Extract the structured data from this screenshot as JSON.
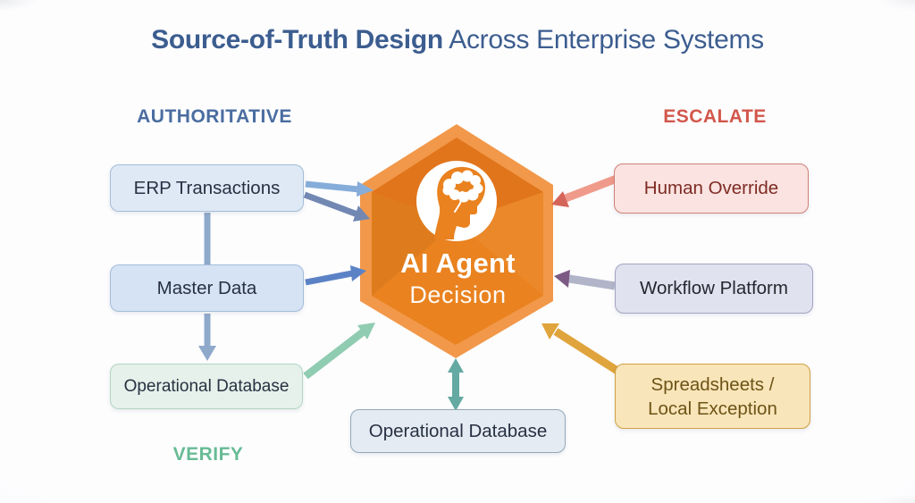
{
  "title": {
    "bold": "Source-of-Truth Design",
    "rest": " Across Enterprise Systems"
  },
  "column_labels": {
    "authoritative": "AUTHORITATIVE",
    "escalate": "ESCALATE",
    "verify": "VERIFY"
  },
  "center": {
    "icon": "brain-head-icon",
    "title": "AI Agent",
    "subtitle": "Decision"
  },
  "nodes": {
    "erp": {
      "label": "ERP Transactions"
    },
    "master_data": {
      "label": "Master Data"
    },
    "operational_db_left": {
      "label": "Operational Database"
    },
    "operational_db_bottom": {
      "label": "Operational Database"
    },
    "human_override": {
      "label": "Human Override"
    },
    "workflow_platform": {
      "label": "Workflow Platform"
    },
    "spreadsheets": {
      "line1": "Spreadsheets /",
      "line2": "Local Exception"
    }
  },
  "palette": {
    "title-color": "#3c5d8f",
    "auth-color": "#4a6da0",
    "escalate-color": "#d2574b",
    "verify-color": "#68bb95",
    "node-text": "#273142",
    "erp-bg": "#dfe9f5",
    "erp-border": "#a3bcd9",
    "master-bg": "#d6e3f4",
    "green-bg": "#e5f1ea",
    "green-border": "#b2d6c3",
    "bottom-bg": "#e4ebf2",
    "bottom-border": "#93a8ba",
    "human-bg": "#fae3e0",
    "human-border": "#cf8177",
    "human-text": "#7e2b24",
    "wf-bg": "#e1e2ef",
    "wf-border": "#a3a3c2",
    "wf-text": "#26262f",
    "sheet-bg": "#f8e5b9",
    "sheet-border": "#cfa045",
    "sheet-text": "#6e5316",
    "hex-rim": "#f2984a",
    "hex-main": "#e9821f",
    "hex-facet": "#e1751c",
    "arrow-lightblue": "#86add9",
    "arrow-steel": "#7288b3",
    "arrow-blue": "#5c82c6",
    "arrow-green": "#90ccb1",
    "arrow-chain": "#8fa9cb",
    "arrow-coral": "#f09a8b",
    "arrow-coral-head": "#d5655a",
    "arrow-gray": "#b2b5c9",
    "arrow-purple": "#7c5a84",
    "arrow-gold": "#e0a43c",
    "arrow-teal": "#64a9a2"
  }
}
